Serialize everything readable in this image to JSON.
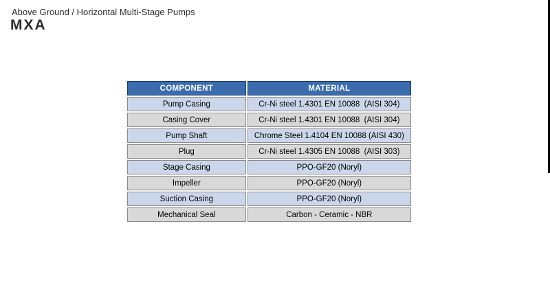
{
  "header": {
    "category": "Above Ground / Horizontal Multi-Stage Pumps",
    "model": "MXA"
  },
  "table": {
    "columns": [
      "COMPONENT",
      "MATERIAL"
    ],
    "rows": [
      {
        "component": "Pump Casing",
        "material": "Cr-Ni steel 1.4301 EN 10088  (AISI 304)"
      },
      {
        "component": "Casing Cover",
        "material": "Cr-Ni steel 1.4301 EN 10088  (AISI 304)"
      },
      {
        "component": "Pump Shaft",
        "material": "Chrome Steel 1.4104 EN 10088 (AISI 430)"
      },
      {
        "component": "Plug",
        "material": "Cr-Ni steel 1.4305 EN 10088  (AISI 303)"
      },
      {
        "component": "Stage Casing",
        "material": "PPO-GF20 (Noryl)"
      },
      {
        "component": "Impeller",
        "material": "PPO-GF20 (Noryl)"
      },
      {
        "component": "Suction Casing",
        "material": "PPO-GF20 (Noryl)"
      },
      {
        "component": "Mechanical Seal",
        "material": "Carbon - Ceramic - NBR"
      }
    ]
  },
  "colors": {
    "header_bg": "#3a6cae",
    "header_border": "#1c3a64",
    "header_text": "#ffffff",
    "row_blue": "#ccd6ea",
    "row_gray": "#d8d8d8",
    "row_border": "#8a8a8a"
  }
}
